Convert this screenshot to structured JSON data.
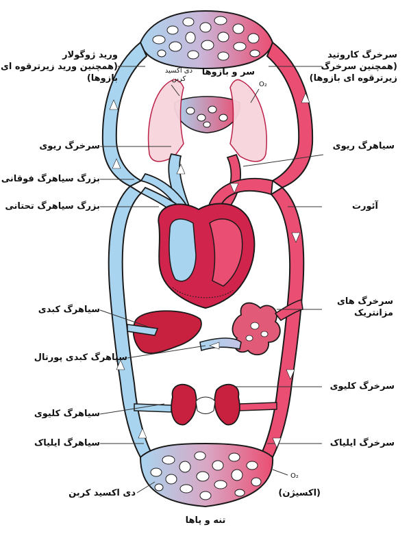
{
  "colors": {
    "venous": "#a9d4ef",
    "venous_dark": "#4f8fc2",
    "arterial": "#ea4e72",
    "arterial_dark": "#b8163f",
    "outline": "#1a1a1a"
  },
  "labels": {
    "jugular_vein": "ورید ژوگولار",
    "jugular_vein_sub": "(همچنین ورید زیرترقوه ای",
    "jugular_vein_sub2": "بازوها)",
    "carotid_artery": "سرخرگ کاروتید",
    "carotid_artery_sub": "(همچنین سرخرگ",
    "carotid_artery_sub2": "زیرترقوه ای بازوها)",
    "head_arms": "سر و بازوها",
    "co2_top": "دی اکسید",
    "co2_top2": "کربن",
    "o2_top": "O₂",
    "pulmonary_artery": "سرخرگ ریوی",
    "pulmonary_vein": "سیاهرگ ریوی",
    "superior_vena_cava": "بزرگ سیاهرگ فوقانی",
    "inferior_vena_cava": "بزرگ سیاهرگ تحتانی",
    "aorta": "آئورت",
    "hepatic_vein": "سیاهرگ کبدی",
    "mesenteric_arteries": "سرخرگ های",
    "mesenteric_arteries2": "مزانتریک",
    "hepatic_portal_vein": "سیاهرگ کبدی پورتال",
    "renal_artery": "سرخرگ کلیوی",
    "renal_vein": "سیاهرگ کلیوی",
    "iliac_vein": "سیاهرگ ایلیاک",
    "iliac_artery": "سرخرگ ایلیاک",
    "co2_bottom": "دی اکسید کربن",
    "o2_bottom": "O₂",
    "oxygen": "(اکسیژن)",
    "body_legs": "تنه و پاها"
  }
}
